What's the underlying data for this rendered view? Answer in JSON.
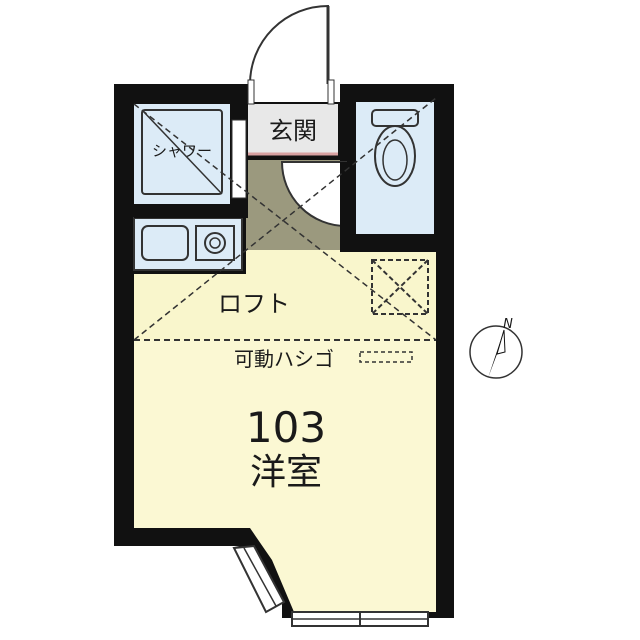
{
  "unit": {
    "number": "103",
    "room_type": "洋室"
  },
  "rooms": {
    "shower": "シャワー",
    "entrance": "玄関",
    "loft": "ロフト",
    "ladder": "可動ハシゴ"
  },
  "compass": {
    "north_label": "N"
  },
  "colors": {
    "wall": "#111111",
    "room_fill": "#fbf8d3",
    "loft_fill": "#f9f5c8",
    "wet_fill": "#dcebf7",
    "entrance_fill": "#e8e8e8"
  }
}
